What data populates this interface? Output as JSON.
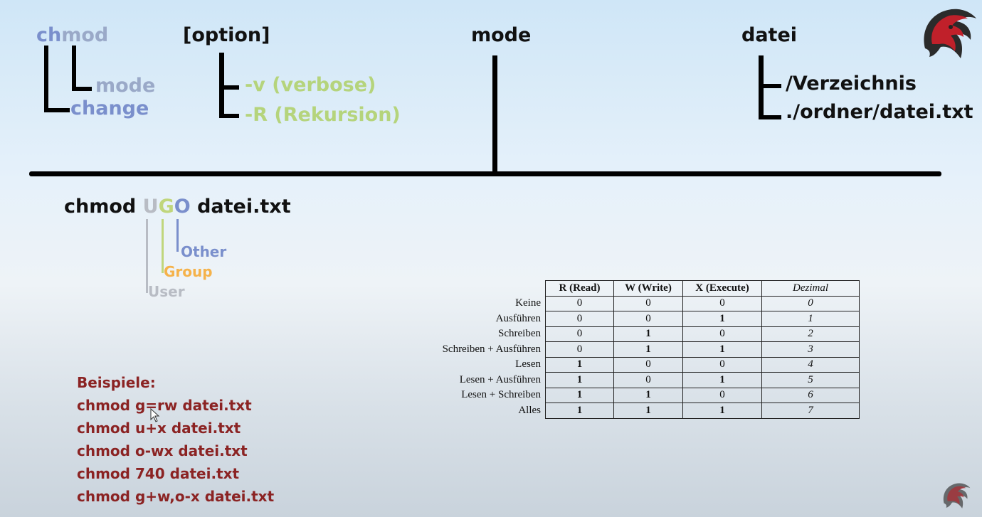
{
  "top": {
    "chmod_ch": "ch",
    "chmod_mod": "mod",
    "chmod_mode": "mode",
    "chmod_change": "change",
    "option_title": "[option]",
    "option_v": "-v (verbose)",
    "option_r": "-R (Rekursion)",
    "mode_title": "mode",
    "datei_title": "datei",
    "datei_dir": "/Verzeichnis",
    "datei_file": "./ordner/datei.txt"
  },
  "ugo": {
    "prefix": "chmod ",
    "u": "U",
    "g": "G",
    "o": "O",
    "suffix": " datei.txt",
    "other": "Other",
    "group": "Group",
    "user": "User"
  },
  "examples": {
    "title": "Beispiele:",
    "lines": [
      "chmod g=rw datei.txt",
      "chmod u+x datei.txt",
      "chmod o-wx datei.txt",
      "chmod 740 datei.txt",
      "chmod g+w,o-x datei.txt"
    ]
  },
  "table": {
    "headers": [
      "R (Read)",
      "W (Write)",
      "X (Execute)",
      "Dezimal"
    ],
    "rows": [
      {
        "label": "Keine",
        "r": "0",
        "w": "0",
        "x": "0",
        "d": "0"
      },
      {
        "label": "Ausführen",
        "r": "0",
        "w": "0",
        "x": "1",
        "d": "1"
      },
      {
        "label": "Schreiben",
        "r": "0",
        "w": "1",
        "x": "0",
        "d": "2"
      },
      {
        "label": "Schreiben + Ausführen",
        "r": "0",
        "w": "1",
        "x": "1",
        "d": "3"
      },
      {
        "label": "Lesen",
        "r": "1",
        "w": "0",
        "x": "0",
        "d": "4"
      },
      {
        "label": "Lesen + Ausführen",
        "r": "1",
        "w": "0",
        "x": "1",
        "d": "5"
      },
      {
        "label": "Lesen + Schreiben",
        "r": "1",
        "w": "1",
        "x": "0",
        "d": "6"
      },
      {
        "label": "Alles",
        "r": "1",
        "w": "1",
        "x": "1",
        "d": "7"
      }
    ]
  },
  "icons": {
    "logo_top": "dragon-logo-icon",
    "logo_bottom": "dragon-watermark-icon",
    "cursor": "mouse-cursor-icon"
  }
}
